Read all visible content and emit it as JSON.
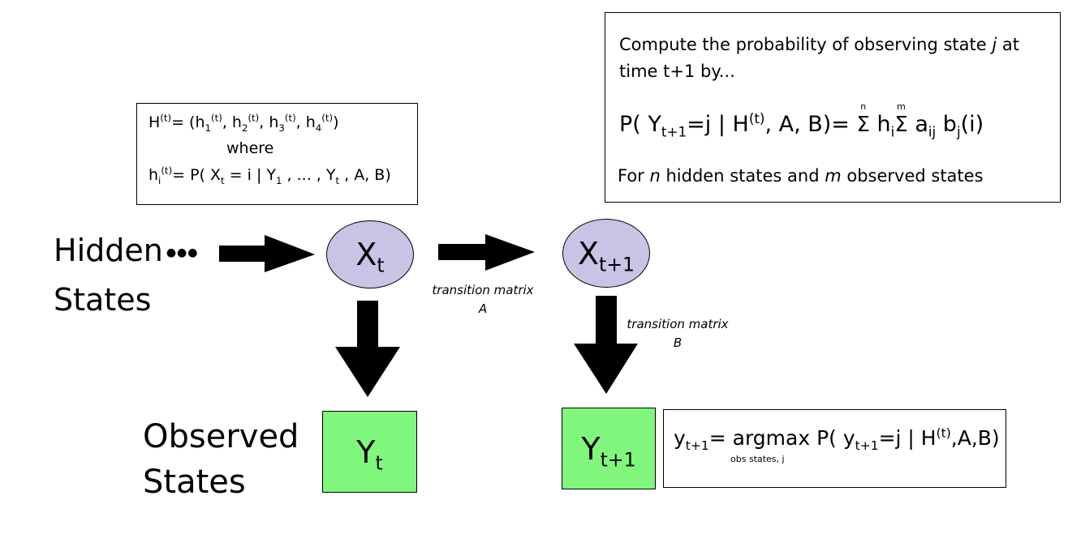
{
  "colors": {
    "circle_fill": "#c8c4e6",
    "square_fill": "#80f77c",
    "arrow": "#000000"
  },
  "labels": {
    "hidden_line1": "Hidden",
    "hidden_line2": "States",
    "observed_line1": "Observed",
    "observed_line2": "States",
    "dots": "●●●"
  },
  "nodes": {
    "x_t": {
      "base": "X",
      "sub": "t"
    },
    "x_t1": {
      "base": "X",
      "sub": "t+1"
    },
    "y_t": {
      "base": "Y",
      "sub": "t"
    },
    "y_t1": {
      "base": "Y",
      "sub": "t+1"
    }
  },
  "transitions": {
    "a_label": "transition matrix",
    "a_name": "A",
    "b_label": "transition matrix",
    "b_name": "B"
  },
  "h_box": {
    "line1": {
      "h": "H",
      "sup_t": "(t)",
      "eq": "= (h",
      "s1": "1",
      "c1": ", h",
      "s2": "2",
      "c2": ", h",
      "s3": "3",
      "c3": ", h",
      "s4": "4",
      "end": ")"
    },
    "where": "where",
    "line3": {
      "h": "h",
      "sub_i": "i",
      "sup_t": "(t)",
      "eq": "= P( X",
      "sub_t": "t",
      "mid": " = i | Y",
      "sub_1": "1",
      "dots": " , ... , Y",
      "sub_t2": "t",
      "end": " , A, B)"
    }
  },
  "prob_box": {
    "line1_a": "Compute the probability of observing state ",
    "line1_j": "j",
    "line1_b": " at",
    "line2": "time t+1 by...",
    "formula": {
      "p": "P( Y",
      "sub_t1": "t+1",
      "eq": "=j | H",
      "sup_t": "(t)",
      "ab": ", A, B)= ",
      "sum1": "Σ",
      "sum1_lim": "n",
      "h": " h",
      "sub_i": "i",
      "sum2": " Σ",
      "sum2_lim": "m",
      "a": " a",
      "sub_ij": "ij",
      "b": " b",
      "sub_j": "j",
      "end": "(i)"
    },
    "footer_a": "For ",
    "footer_n": "n",
    "footer_b": " hidden states and ",
    "footer_m": "m",
    "footer_c": " observed states"
  },
  "argmax_box": {
    "y": "y",
    "sub_t1": "t+1",
    "eq": "= argmax P( y",
    "sub_t1b": "t+1",
    "mid": "=j | H",
    "sup_t": "(t)",
    "end": ",A,B)",
    "under": "obs states, j"
  }
}
